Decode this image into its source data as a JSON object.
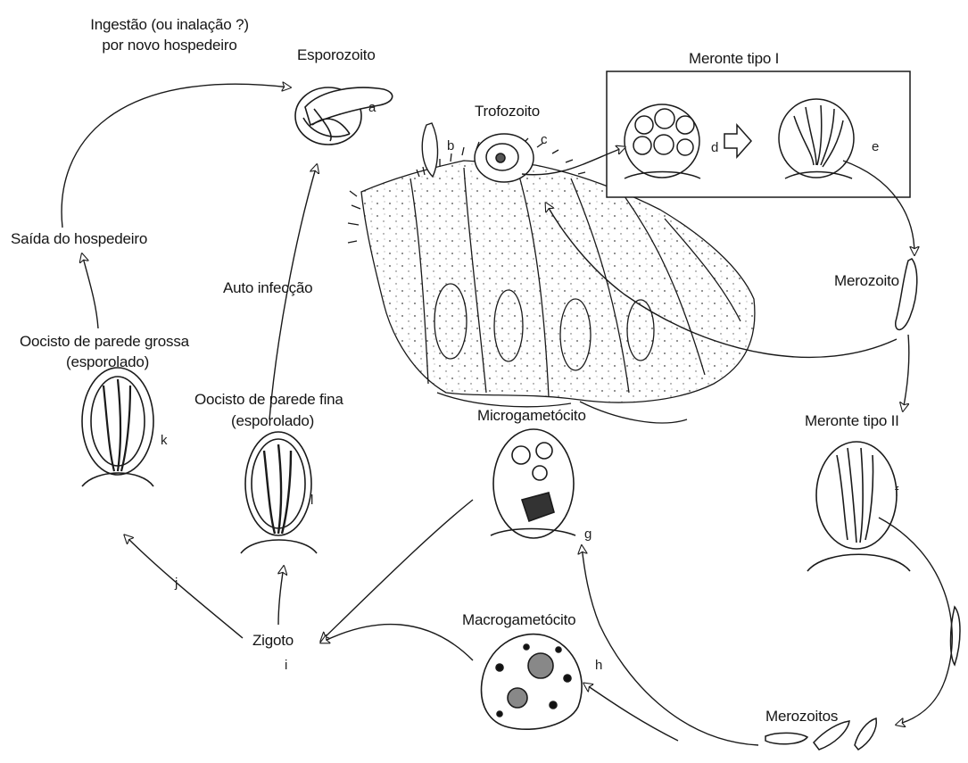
{
  "labels": {
    "ingestao": "Ingestão (ou inalação ?)",
    "novo_hospedeiro": "por novo hospedeiro",
    "esporozoito": "Esporozoito",
    "trofozoito": "Trofozoito",
    "meronte_tipo_1": "Meronte tipo I",
    "merozoito": "Merozoito",
    "meronte_tipo_2": "Meronte tipo II",
    "merozoitos": "Merozoitos",
    "macrogametocito": "Macrogametócito",
    "microgametocito": "Microgametócito",
    "zigoto": "Zigoto",
    "oocisto_fina_1": "Oocisto de parede fina",
    "oocisto_fina_2": "(esporolado)",
    "oocisto_grossa_1": "Oocisto de parede grossa",
    "oocisto_grossa_2": "(esporolado)",
    "saida": "Saída do hospedeiro",
    "auto_infeccao": "Auto infecção"
  },
  "letters": {
    "a": "a",
    "b": "b",
    "c": "c",
    "d": "d",
    "e": "e",
    "f": "f",
    "g": "g",
    "h": "h",
    "i": "i",
    "j": "j",
    "k": "k",
    "l": "l"
  },
  "colors": {
    "ink": "#1a1a1a",
    "background": "#ffffff"
  }
}
